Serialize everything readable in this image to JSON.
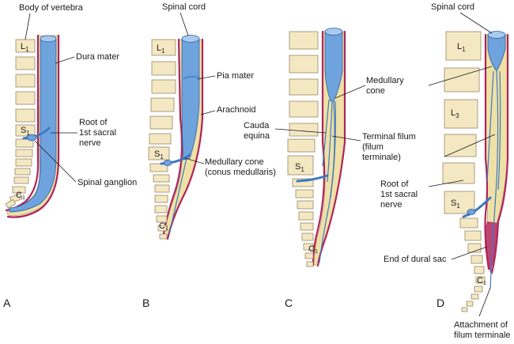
{
  "panels": {
    "a": {
      "letter": "A",
      "labels": {
        "body_of_vertebra": "Body of vertebra",
        "dura_mater": "Dura mater",
        "root_line1": "Root of",
        "root_line2": "1st sacral",
        "root_line3": "nerve",
        "spinal_ganglion": "Spinal ganglion"
      },
      "vertebra_labels": {
        "l1": "L",
        "l1_sub": "1",
        "s1": "S",
        "s1_sub": "1",
        "c1": "C",
        "c1_sub": "1"
      }
    },
    "b": {
      "letter": "B",
      "labels": {
        "spinal_cord": "Spinal cord",
        "pia_mater": "Pia mater",
        "arachnoid": "Arachnoid",
        "medullary_cone_line1": "Medullary cone",
        "medullary_cone_line2": "(conus medullaris)"
      },
      "vertebra_labels": {
        "l1": "L",
        "l1_sub": "1",
        "s1": "S",
        "s1_sub": "1",
        "c1": "C",
        "c1_sub": "1"
      }
    },
    "c": {
      "letter": "C",
      "labels": {
        "cauda_line1": "Cauda",
        "cauda_line2": "equina",
        "medullary_line1": "Medullary",
        "medullary_line2": "cone",
        "terminal_line1": "Terminal filum",
        "terminal_line2": "(filum",
        "terminal_line3": "terminale)"
      },
      "vertebra_labels": {
        "s1": "S",
        "s1_sub": "1",
        "c1": "C",
        "c1_sub": "1"
      }
    },
    "d": {
      "letter": "D",
      "labels": {
        "spinal_cord": "Spinal cord",
        "root_line1": "Root of",
        "root_line2": "1st sacral",
        "root_line3": "nerve",
        "end_dural_sac": "End of dural sac",
        "attachment_line1": "Attachment of",
        "attachment_line2": "filum terminale"
      },
      "vertebra_labels": {
        "l1": "L",
        "l1_sub": "1",
        "l3": "L",
        "l3_sub": "3",
        "s1": "S",
        "s1_sub": "1",
        "c1": "C",
        "c1_sub": "1"
      }
    }
  },
  "colors": {
    "cord": "#6fa3dd",
    "dura": "#b0245a",
    "vertebra": "#f4e8c3",
    "sac": "#efe1a6"
  }
}
